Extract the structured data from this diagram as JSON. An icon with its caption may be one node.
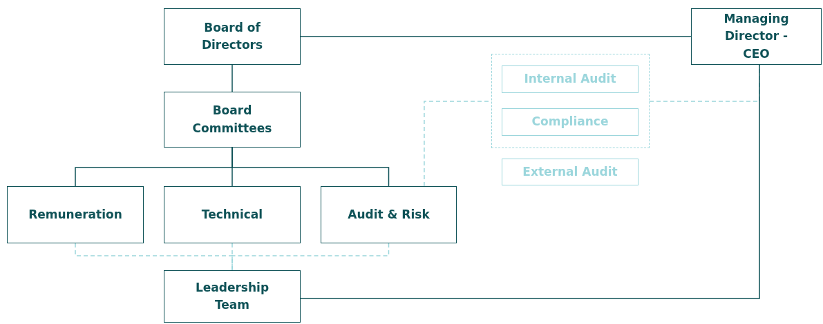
{
  "diagram": {
    "nodes": [
      {
        "text": [
          "Board of Directors"
        ]
      },
      {
        "text": [
          "Managing Director - CEO"
        ]
      },
      {
        "text": [
          "Board Committees"
        ]
      },
      {
        "text": [
          "Remuneration"
        ]
      },
      {
        "text": [
          "Technical"
        ]
      },
      {
        "text": [
          "Audit & Risk"
        ]
      },
      {
        "text": [],
        "shape": "box"
      },
      {
        "text": [
          "Internal Audit"
        ],
        "in": 6
      },
      {
        "text": [
          "Compliance"
        ],
        "in": 6
      },
      {
        "text": [
          "External Audit"
        ]
      },
      {
        "text": [
          "Leadership Team"
        ]
      }
    ],
    "edges": [
      {
        "from": 0,
        "to": 1,
        "arrow": "none"
      },
      {
        "from": 0,
        "to": 2,
        "arrow": "none"
      },
      {
        "from": 2,
        "to": 3,
        "arrow": "none"
      },
      {
        "from": 2,
        "to": 4,
        "arrow": "none"
      },
      {
        "from": 2,
        "to": 5,
        "arrow": "none"
      },
      {
        "from": 5,
        "to": 6,
        "arrow": "none",
        "style": "dashed",
        "color": "#9bd6dc"
      },
      {
        "from": 6,
        "to": 1,
        "arrow": "none",
        "style": "dashed",
        "color": "#9bd6dc"
      },
      {
        "from": 1,
        "to": 10,
        "arrow": "none"
      },
      {
        "from": 3,
        "to": 10,
        "arrow": "none",
        "style": "dashed",
        "color": "#9bd6dc"
      },
      {
        "from": 4,
        "to": 10,
        "arrow": "none",
        "style": "dashed",
        "color": "#9bd6dc"
      },
      {
        "from": 5,
        "to": 10,
        "arrow": "none",
        "style": "dashed",
        "color": "#9bd6dc"
      }
    ]
  }
}
